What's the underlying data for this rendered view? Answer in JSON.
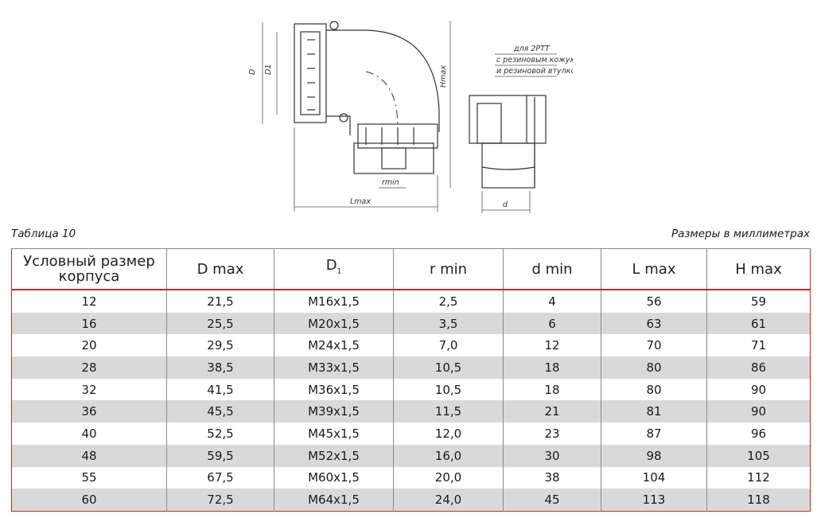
{
  "drawing": {
    "label_D": "D",
    "label_D1": "D1",
    "label_Hmax": "Hmax",
    "label_rmin": "rmin",
    "label_Lmax": "Lmax",
    "label_d": "d",
    "note_line1": "для 2РТТ",
    "note_line2": "с резиновым кожухом",
    "note_line3": "и резиновой втулкой"
  },
  "caption_left": "Таблица 10",
  "caption_right": "Размеры в миллиметрах",
  "table": {
    "headers": [
      "Условный размер корпуса",
      "D max",
      "D",
      "r min",
      "d min",
      "L max",
      "H max"
    ],
    "header_sub": "1",
    "rows": [
      [
        "12",
        "21,5",
        "M16x1,5",
        "2,5",
        "4",
        "56",
        "59"
      ],
      [
        "16",
        "25,5",
        "M20x1,5",
        "3,5",
        "6",
        "63",
        "61"
      ],
      [
        "20",
        "29,5",
        "M24x1,5",
        "7,0",
        "12",
        "70",
        "71"
      ],
      [
        "28",
        "38,5",
        "M33x1,5",
        "10,5",
        "18",
        "80",
        "86"
      ],
      [
        "32",
        "41,5",
        "M36x1,5",
        "10,5",
        "18",
        "80",
        "90"
      ],
      [
        "36",
        "45,5",
        "M39x1,5",
        "11,5",
        "21",
        "81",
        "90"
      ],
      [
        "40",
        "52,5",
        "M45x1,5",
        "12,0",
        "23",
        "87",
        "96"
      ],
      [
        "48",
        "59,5",
        "M52x1,5",
        "16,0",
        "30",
        "98",
        "105"
      ],
      [
        "55",
        "67,5",
        "M60x1,5",
        "20,0",
        "38",
        "104",
        "112"
      ],
      [
        "60",
        "72,5",
        "M64x1,5",
        "24,0",
        "45",
        "113",
        "118"
      ]
    ]
  },
  "colors": {
    "accent_red": "#c92a2a",
    "stripe_gray": "#d9d9d9"
  }
}
